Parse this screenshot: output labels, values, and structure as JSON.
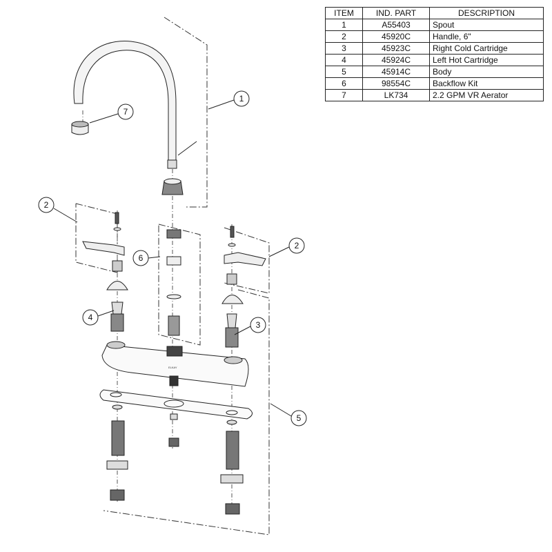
{
  "parts_table": {
    "headers": [
      "ITEM",
      "IND. PART",
      "DESCRIPTION"
    ],
    "rows": [
      {
        "item": "1",
        "part": "A55403",
        "description": "Spout"
      },
      {
        "item": "2",
        "part": "45920C",
        "description": "Handle, 6\""
      },
      {
        "item": "3",
        "part": "45923C",
        "description": "Right Cold Cartridge"
      },
      {
        "item": "4",
        "part": "45924C",
        "description": "Left Hot Cartridge"
      },
      {
        "item": "5",
        "part": "45914C",
        "description": "Body"
      },
      {
        "item": "6",
        "part": "98554C",
        "description": "Backflow Kit"
      },
      {
        "item": "7",
        "part": "LK734",
        "description": "2.2 GPM VR Aerator"
      }
    ]
  },
  "callouts": {
    "spout": "1",
    "aerator": "7",
    "handle_left": "2",
    "handle_right": "2",
    "backflow": "6",
    "hot_cartridge": "4",
    "cold_cartridge": "3",
    "body": "5"
  },
  "body_logo": "ELKAY"
}
